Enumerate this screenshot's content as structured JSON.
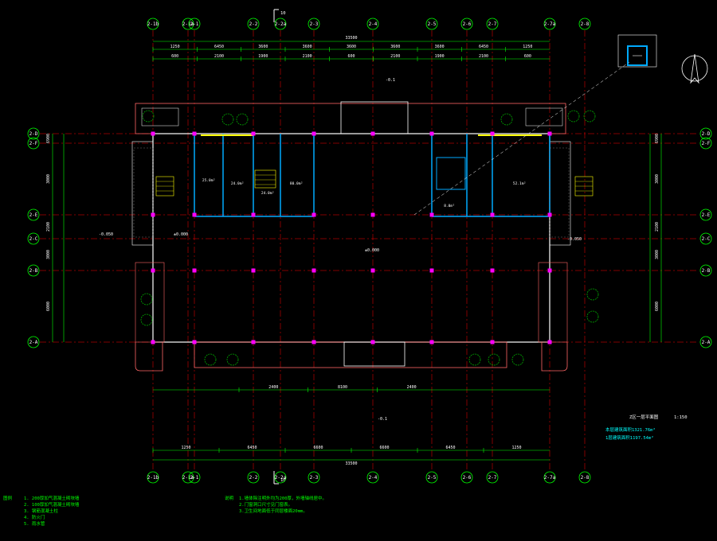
{
  "section_marks": {
    "top": "10",
    "bottom": "10"
  },
  "grid_top": [
    "2-1b",
    "2-1a",
    "2-1",
    "2-2",
    "2-2a",
    "2-3",
    "2-4",
    "2-5",
    "2-6",
    "2-7",
    "2-7a",
    "2-8"
  ],
  "grid_left": [
    "2-D",
    "2-F",
    "2-E",
    "2-C",
    "2-B",
    "2-A"
  ],
  "top_dims": {
    "overall": "33500",
    "row1": [
      "1250",
      "6450",
      "3600",
      "3600",
      "3600",
      "3600",
      "3600",
      "6450",
      "1250"
    ],
    "row2": [
      "600",
      "2100",
      "1900",
      "2100",
      "600",
      "2100",
      "1900",
      "2100",
      "600"
    ]
  },
  "bottom_dims": {
    "overall": "33500",
    "row1": [
      "1250",
      "6450",
      "6600",
      "6600",
      "6450",
      "1250"
    ],
    "row2": [
      "2400",
      "8100",
      "2400"
    ]
  },
  "left_dims": [
    "6900",
    "3000",
    "2100",
    "3000",
    "6000"
  ],
  "right_dims": [
    "6900",
    "3000",
    "2100",
    "3000",
    "6000"
  ],
  "elev_marks": [
    "-0.1",
    "±0.000",
    "±0.000",
    "-0.1",
    "-0.050",
    "-0.050"
  ],
  "rooms": {
    "r1": "25.0m²",
    "r2": "24.0m²",
    "r3": "24.0m²",
    "r4": "80.0m²",
    "r5": "52.1m²",
    "r6": "8.0m²"
  },
  "title": {
    "name": "Z区一层平面图",
    "scale": "1:150",
    "area1": "本层建筑面积1321.76m²",
    "area2": "1层建筑面积1197.54m²"
  },
  "legend": {
    "label": "图例",
    "items": [
      "200厚加气混凝土砌块墙",
      "100厚加气混凝土砌块墙",
      "钢筋混凝土柱",
      "防火门",
      "雨水管"
    ]
  },
  "notes": {
    "label": "说明",
    "items": [
      "1.墙体除注明外均为200厚，外墙轴线居中。",
      "2.门窗洞口尺寸见门窗表。",
      "3.卫生间地面低于同层楼面20mm。"
    ]
  },
  "colors": {
    "grid": "#00ff00",
    "wall": "#ffffff",
    "column": "#ff00ff",
    "accent": "#00aaff",
    "axis": "#ff0000"
  }
}
